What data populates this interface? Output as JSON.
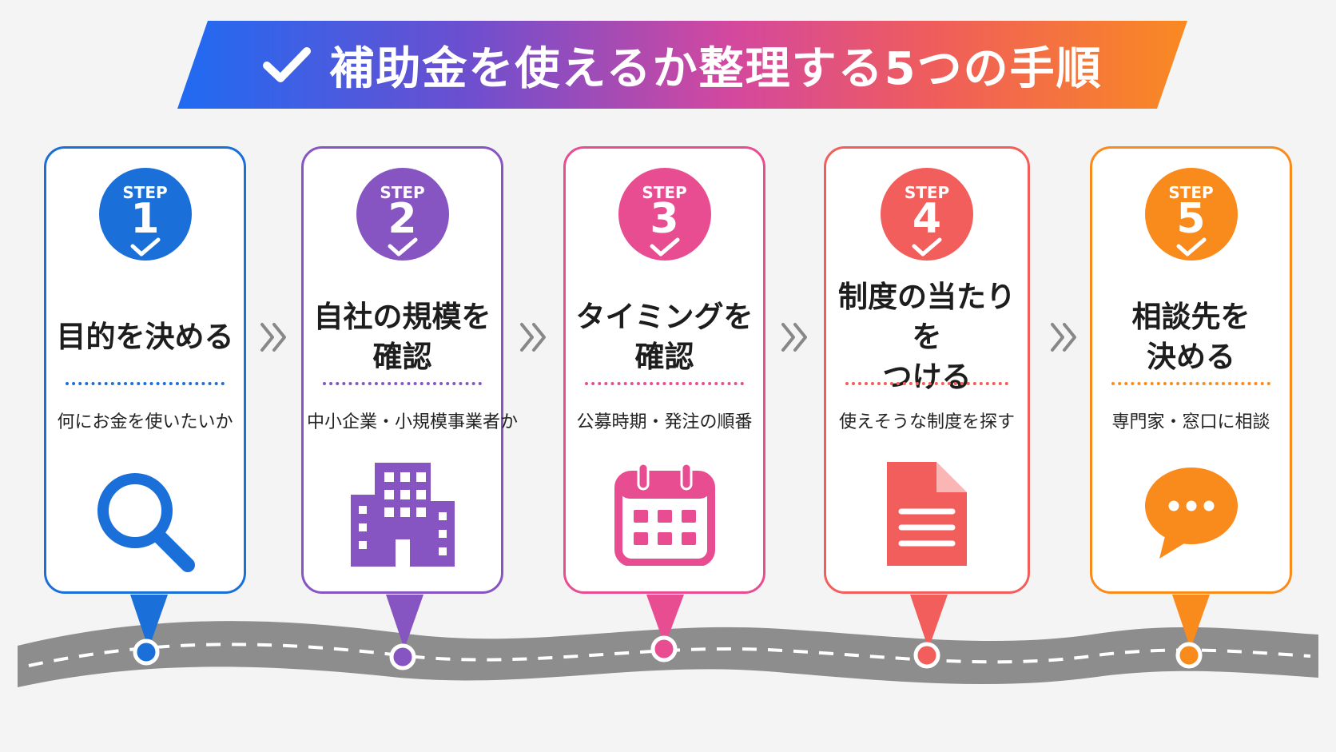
{
  "title": "補助金を使えるか整理する5つの手順",
  "colors": {
    "step1": "#1a6fd8",
    "step2": "#8655c2",
    "step3": "#e84d91",
    "step4": "#f15e5b",
    "step5": "#f98a1c",
    "road": "#8d8d8d"
  },
  "steps": [
    {
      "step_label": "STEP",
      "number": "1",
      "title_lines": [
        "目的を決める"
      ],
      "description": "何にお金を使いたいか",
      "icon": "search-icon"
    },
    {
      "step_label": "STEP",
      "number": "2",
      "title_lines": [
        "自社の規模を",
        "確認"
      ],
      "description": "中小企業・小規模事業者か",
      "icon": "building-icon"
    },
    {
      "step_label": "STEP",
      "number": "3",
      "title_lines": [
        "タイミングを",
        "確認"
      ],
      "description": "公募時期・発注の順番",
      "icon": "calendar-icon"
    },
    {
      "step_label": "STEP",
      "number": "4",
      "title_lines": [
        "制度の当たりを",
        "つける"
      ],
      "description": "使えそうな制度を探す",
      "icon": "document-icon"
    },
    {
      "step_label": "STEP",
      "number": "5",
      "title_lines": [
        "相談先を",
        "決める"
      ],
      "description": "専門家・窓口に相談",
      "icon": "chat-bubble-icon"
    }
  ]
}
